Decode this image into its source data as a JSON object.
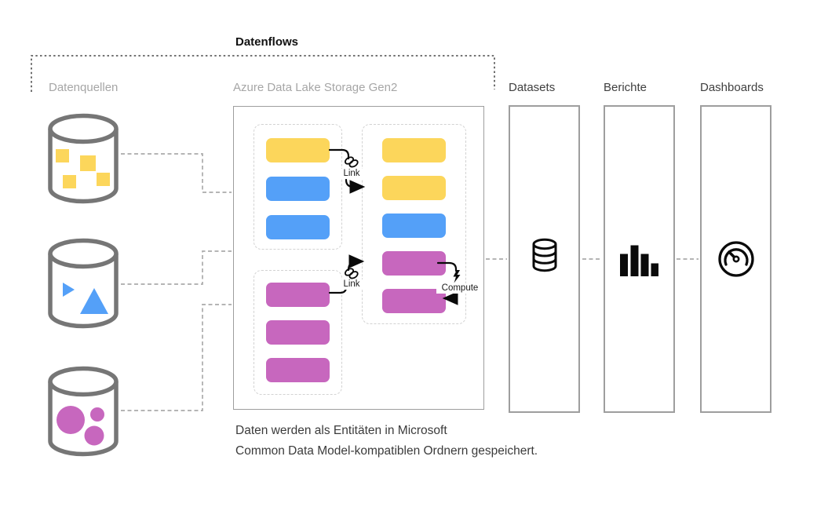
{
  "title": "Datenflows",
  "colors": {
    "yellow": "#FCD65B",
    "blue": "#54A0F8",
    "magenta": "#C767BE",
    "cylinder_stroke": "#767676",
    "box_border": "#9E9E9E",
    "dashed_border": "#D2D2D2",
    "connector": "#ABABAB",
    "bracket": "#5F5F5F",
    "label_gray": "#A6A6A6",
    "label_dark": "#404040",
    "icon_black": "#0A0A0A"
  },
  "columns": {
    "sources": {
      "label": "Datenquellen"
    },
    "storage": {
      "label": "Azure Data Lake Storage Gen2"
    },
    "datasets": {
      "label": "Datasets",
      "icon": "database-icon"
    },
    "reports": {
      "label": "Berichte",
      "icon": "bar-chart-icon"
    },
    "dashboards": {
      "label": "Dashboards",
      "icon": "gauge-icon"
    }
  },
  "sources": {
    "cylinders": [
      {
        "name": "source-squares",
        "shape": "squares",
        "color": "yellow"
      },
      {
        "name": "source-triangles",
        "shape": "triangles",
        "color": "blue"
      },
      {
        "name": "source-circles",
        "shape": "circles",
        "color": "magenta"
      }
    ]
  },
  "storage": {
    "groups": [
      {
        "name": "dataflow-top",
        "entities": [
          "yellow",
          "blue",
          "blue"
        ]
      },
      {
        "name": "dataflow-bottom",
        "entities": [
          "magenta",
          "magenta",
          "magenta"
        ]
      },
      {
        "name": "cdm-folder",
        "entities": [
          "yellow",
          "yellow",
          "blue",
          "magenta",
          "magenta"
        ]
      }
    ],
    "link_label_1": "Link",
    "link_label_2": "Link",
    "compute_label": "Compute"
  },
  "icons": {
    "datasets": "database-icon",
    "reports": "bar-chart-icon",
    "dashboards": "gauge-icon",
    "link": "chain-link-icon",
    "compute": "lightning-icon"
  },
  "caption": {
    "line1": "Daten werden als Entitäten in Microsoft",
    "line2": "Common Data Model-kompatiblen Ordnern gespeichert."
  }
}
